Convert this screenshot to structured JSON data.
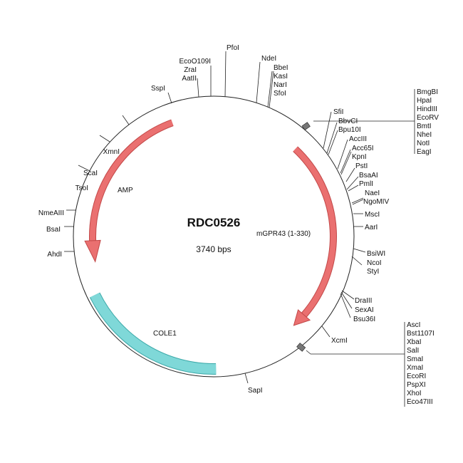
{
  "plasmid": {
    "name": "RDC0526",
    "size": "3740 bps"
  },
  "features": {
    "amp": "AMP",
    "gpr": "mGPR43 (1-330)",
    "cole1": "COLE1"
  },
  "colors": {
    "arrow": "#ea7070",
    "arrow_stroke": "#c24848",
    "ori": "#7fd8d8",
    "ori_stroke": "#3aa8a8"
  },
  "sites": {
    "left": [
      "XmnI",
      "ScaI",
      "TsoI",
      "NmeAIII",
      "BsaI",
      "AhdI"
    ],
    "top": [
      "SspI",
      "EcoO109I",
      "ZraI",
      "AatII",
      "PfoI",
      "NdeI",
      "BbeI",
      "KasI",
      "NarI",
      "SfoI"
    ],
    "right": [
      "SfiI",
      "BbvCI",
      "Bpu10I",
      "AccIII",
      "Acc65I",
      "KpnI",
      "PstI",
      "BsaAI",
      "PmlI",
      "NaeI",
      "NgoMIV",
      "MscI",
      "AarI",
      "BsiWI",
      "NcoI",
      "StyI",
      "DraIII",
      "SexAI",
      "Bsu36I",
      "XcmI",
      "SapI"
    ],
    "mcs1": [
      "BmgBI",
      "HpaI",
      "HindIII",
      "EcoRV",
      "BmtI",
      "NheI",
      "NotI",
      "EagI"
    ],
    "mcs2": [
      "AscI",
      "Bst1107I",
      "XbaI",
      "SalI",
      "SmaI",
      "XmaI",
      "EcoRI",
      "PspXI",
      "XhoI",
      "Eco47III"
    ]
  }
}
